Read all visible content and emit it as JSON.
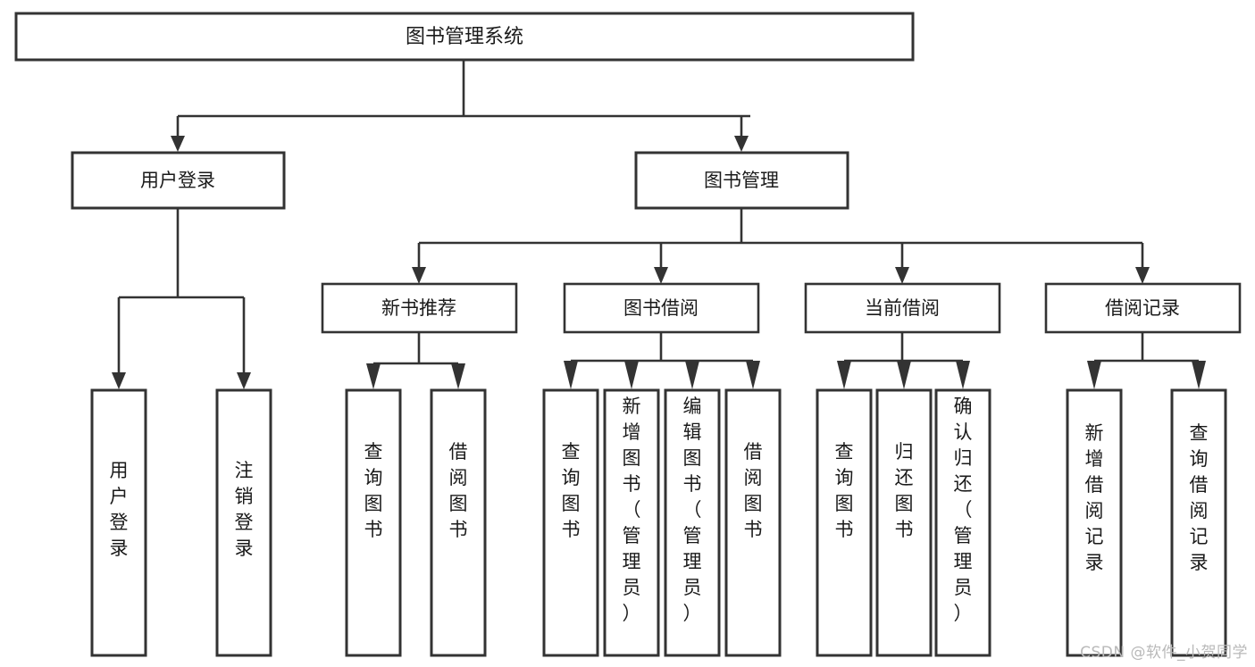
{
  "diagram": {
    "type": "tree",
    "title": "图书管理系统",
    "watermark": "CSDN @软件_小贺同学",
    "colors": {
      "background": "#ffffff",
      "stroke": "#333333",
      "text": "#1a1a1a",
      "watermark": "#b9b9b9"
    },
    "root": {
      "label": "图书管理系统"
    },
    "level2": [
      {
        "label": "用户登录"
      },
      {
        "label": "图书管理"
      }
    ],
    "level3": [
      {
        "label": "新书推荐"
      },
      {
        "label": "图书借阅"
      },
      {
        "label": "当前借阅"
      },
      {
        "label": "借阅记录"
      }
    ],
    "leaves": {
      "user_login": [
        {
          "label": "用户登录"
        },
        {
          "label": "注销登录"
        }
      ],
      "new_book_recommend": [
        {
          "label": "查询图书"
        },
        {
          "label": "借阅图书"
        }
      ],
      "book_borrow": [
        {
          "label": "查询图书"
        },
        {
          "label": "新增图书（管理员）"
        },
        {
          "label": "编辑图书（管理员）"
        },
        {
          "label": "借阅图书"
        }
      ],
      "current_borrow": [
        {
          "label": "查询图书"
        },
        {
          "label": "归还图书"
        },
        {
          "label": "确认归还（管理员）"
        }
      ],
      "borrow_record": [
        {
          "label": "新增借阅记录"
        },
        {
          "label": "查询借阅记录"
        }
      ]
    }
  }
}
